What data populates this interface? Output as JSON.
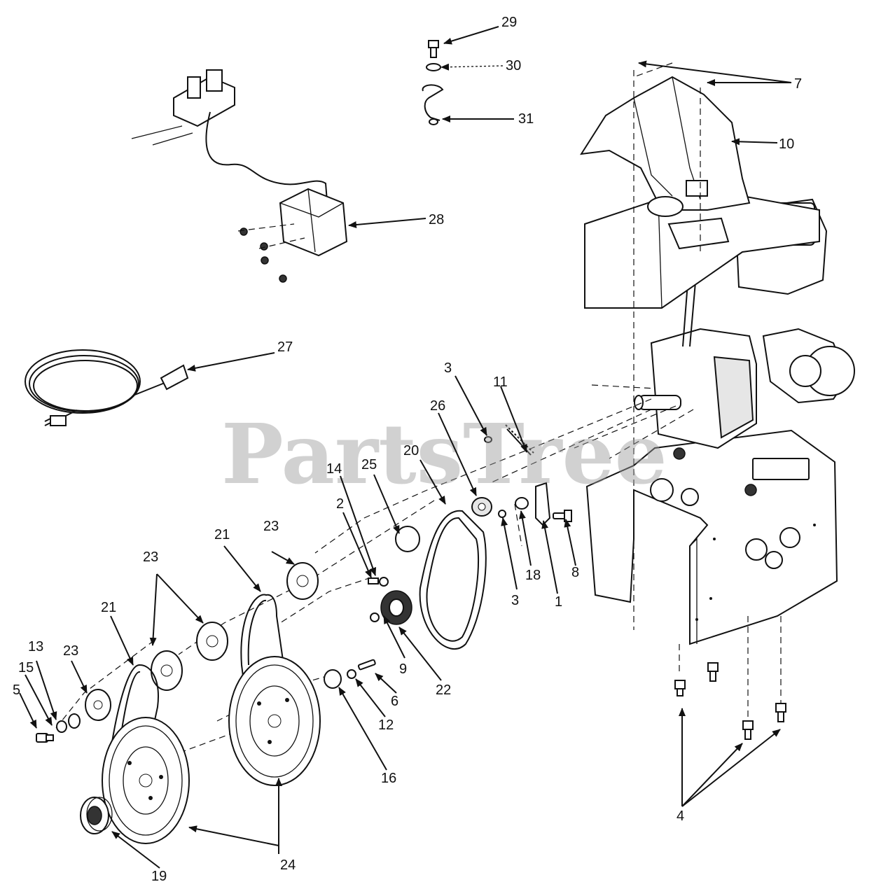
{
  "watermark": "PartsTree",
  "callouts": {
    "c1": "1",
    "c2": "2",
    "c3a": "3",
    "c3b": "3",
    "c4": "4",
    "c5": "5",
    "c6": "6",
    "c7": "7",
    "c8": "8",
    "c9": "9",
    "c10": "10",
    "c11": "11",
    "c12": "12",
    "c13": "13",
    "c14": "14",
    "c15": "15",
    "c16": "16",
    "c18": "18",
    "c19": "19",
    "c20": "20",
    "c21a": "21",
    "c21b": "21",
    "c22": "22",
    "c23a": "23",
    "c23b": "23",
    "c23c": "23",
    "c24": "24",
    "c25": "25",
    "c26": "26",
    "c27": "27",
    "c28": "28",
    "c29": "29",
    "c30": "30",
    "c31": "31"
  }
}
